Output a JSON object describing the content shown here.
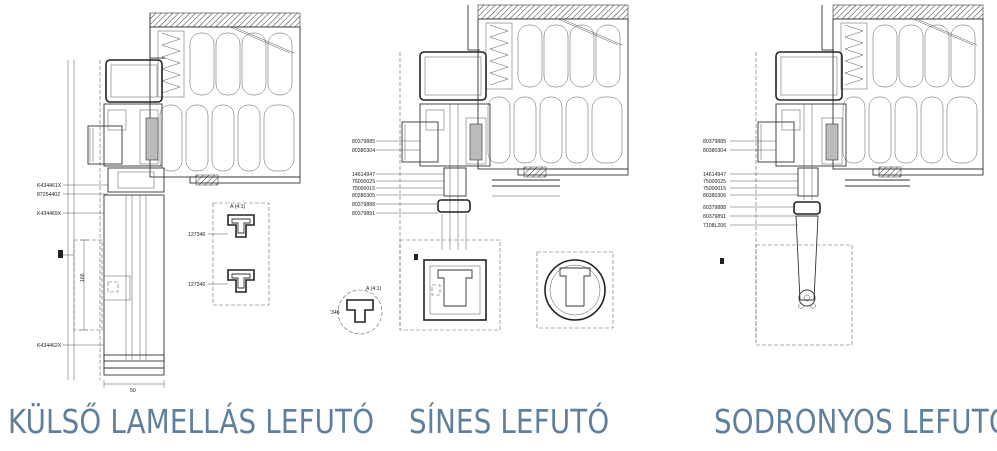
{
  "sections": [
    {
      "title": "KÜLSŐ LAMELLÁS LEFUTÓ",
      "codes": [
        "K434461X",
        "87254402",
        "K434469X",
        "K434462X"
      ],
      "detail_label": "A (4:1)",
      "detail_codes": [
        "127346",
        "127346"
      ],
      "dimensions": [
        "166",
        "50"
      ]
    },
    {
      "title": "SÍNES LEFUTÓ",
      "codes": [
        "80379885",
        "80380304",
        "14614947",
        "75000025",
        "75000015",
        "80380305",
        "80379888",
        "80379891"
      ],
      "detail_label": "A (4:1)",
      "detail_code": "'346"
    },
    {
      "title": "SODRONYOS LEFUTÓ",
      "codes": [
        "80379885",
        "80380304",
        "14614947",
        "75000025",
        "75000015",
        "80380306",
        "80379888",
        "80379891",
        "7108L206"
      ]
    }
  ],
  "colors": {
    "caption": "#5f7f9d",
    "lines": "#333333"
  }
}
